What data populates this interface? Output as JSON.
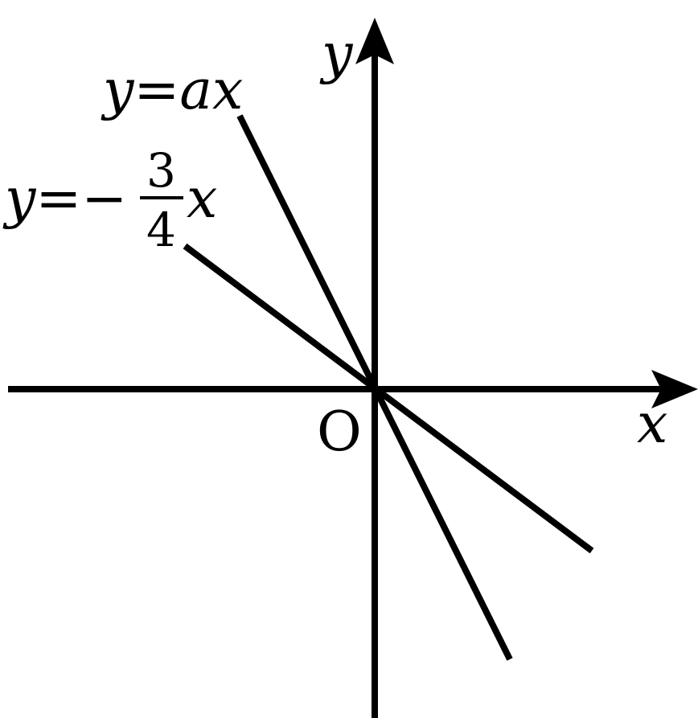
{
  "axes": {
    "x_label": "x",
    "y_label": "y",
    "origin_label": "O"
  },
  "lines": [
    {
      "equation": {
        "lhs": "y",
        "eq": "=",
        "coef": "a",
        "var": "x"
      }
    },
    {
      "equation": {
        "lhs": "y",
        "eq": "=",
        "sign": "−",
        "numerator": "3",
        "denominator": "4",
        "var": "x"
      }
    }
  ],
  "colors": {
    "stroke": "#000000",
    "background": "#ffffff"
  }
}
